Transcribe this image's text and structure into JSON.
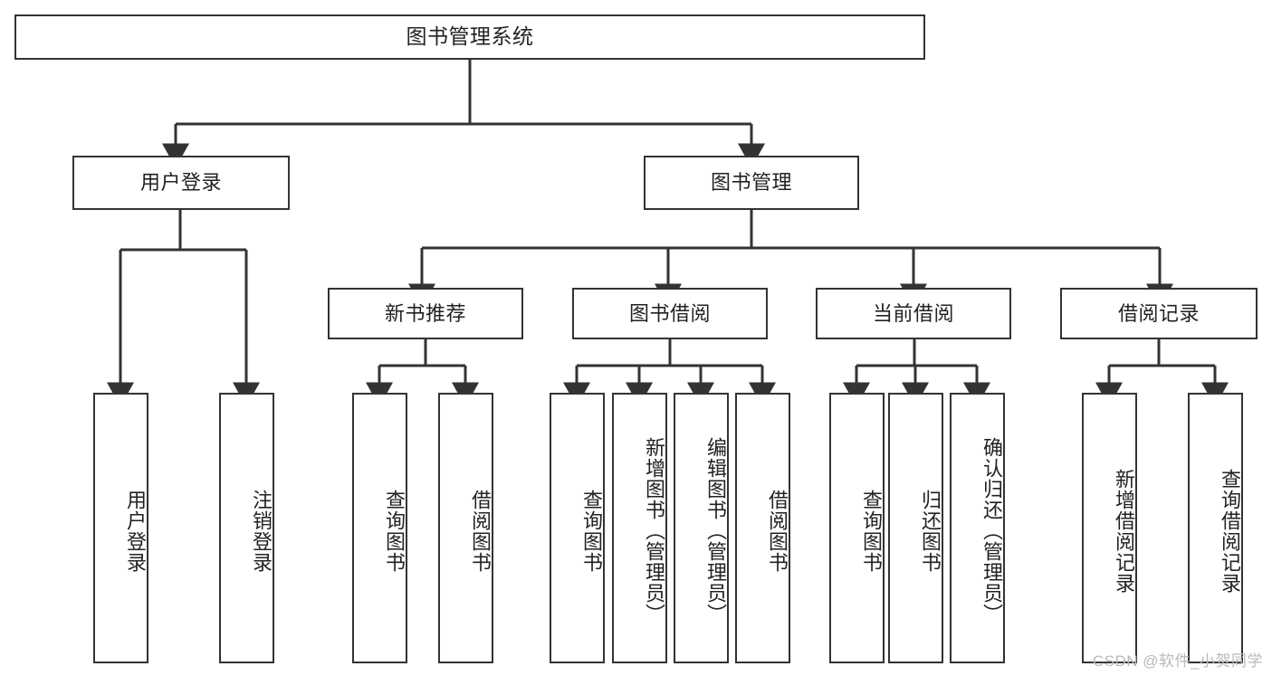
{
  "diagram": {
    "type": "tree",
    "title": "图书管理系统",
    "root": {
      "label": "图书管理系统"
    },
    "level2": [
      {
        "id": "user-login",
        "label": "用户登录"
      },
      {
        "id": "book-manage",
        "label": "图书管理"
      }
    ],
    "level3": [
      {
        "id": "new-book-recommend",
        "label": "新书推荐",
        "parent": "book-manage"
      },
      {
        "id": "book-borrow",
        "label": "图书借阅",
        "parent": "book-manage"
      },
      {
        "id": "current-borrow",
        "label": "当前借阅",
        "parent": "book-manage"
      },
      {
        "id": "borrow-record",
        "label": "借阅记录",
        "parent": "book-manage"
      }
    ],
    "leaves": {
      "user-login": [
        {
          "id": "leaf-user-login",
          "label": "用户登录"
        },
        {
          "id": "leaf-user-logout",
          "label": "注销登录"
        }
      ],
      "new-book-recommend": [
        {
          "id": "leaf-query-book-1",
          "label": "查询图书"
        },
        {
          "id": "leaf-borrow-book-1",
          "label": "借阅图书"
        }
      ],
      "book-borrow": [
        {
          "id": "leaf-query-book-2",
          "label": "查询图书"
        },
        {
          "id": "leaf-add-book",
          "label": "新增图书（管理员）"
        },
        {
          "id": "leaf-edit-book",
          "label": "编辑图书（管理员）"
        },
        {
          "id": "leaf-borrow-book-2",
          "label": "借阅图书"
        }
      ],
      "current-borrow": [
        {
          "id": "leaf-query-book-3",
          "label": "查询图书"
        },
        {
          "id": "leaf-return-book",
          "label": "归还图书"
        },
        {
          "id": "leaf-confirm-return",
          "label": "确认归还（管理员）"
        }
      ],
      "borrow-record": [
        {
          "id": "leaf-add-record",
          "label": "新增借阅记录"
        },
        {
          "id": "leaf-query-record",
          "label": "查询借阅记录"
        }
      ]
    },
    "watermark": "CSDN @软件_小贺同学",
    "colors": {
      "stroke": "#333333",
      "background": "#ffffff",
      "text": "#222222",
      "watermark": "#b9b9b9"
    }
  }
}
